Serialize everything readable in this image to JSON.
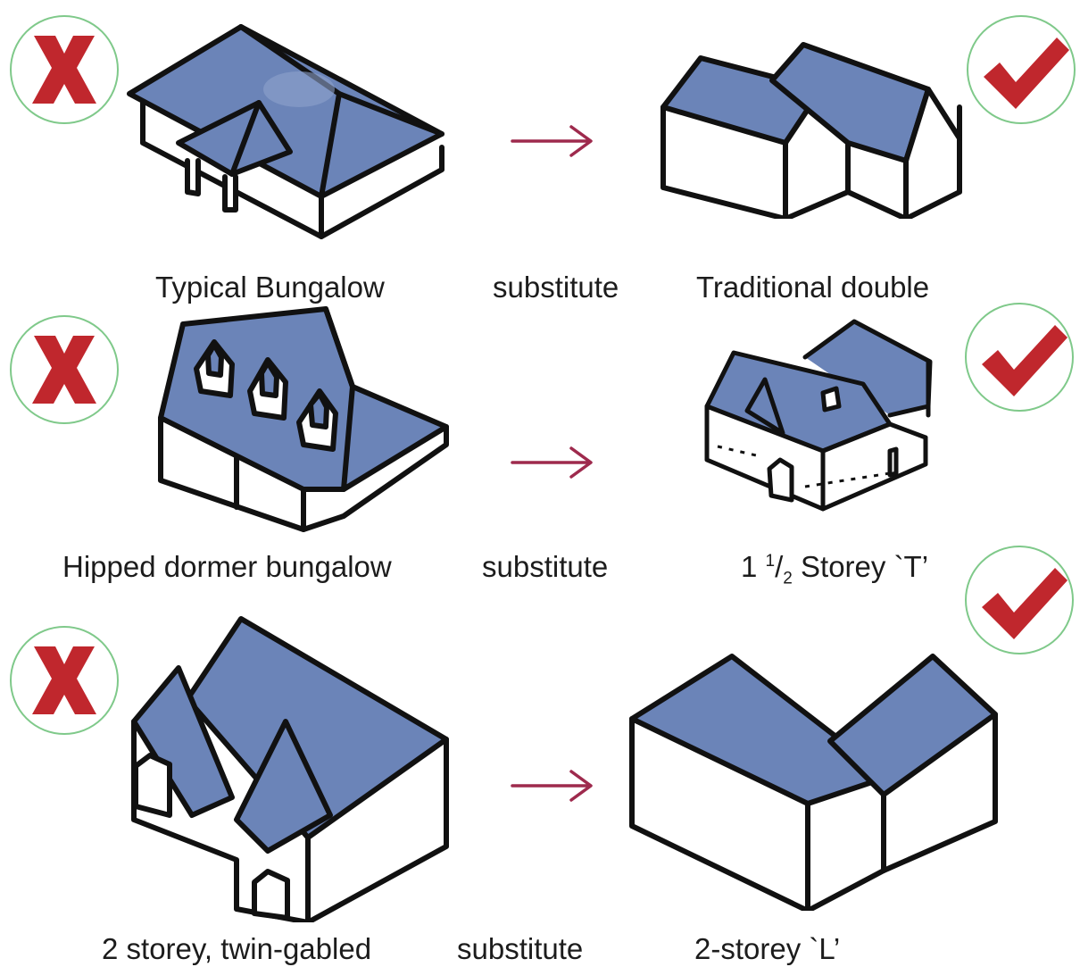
{
  "rows": [
    {
      "bad_label": "Typical Bungalow",
      "connector": "substitute",
      "good_label": "Traditional double"
    },
    {
      "bad_label": "Hipped dormer bungalow",
      "connector": "substitute",
      "good_label_whole": "1",
      "good_label_num": "1",
      "good_label_slash": "/",
      "good_label_den": "2",
      "good_label_rest": " Storey `T’"
    },
    {
      "bad_label": "2 storey, twin-gabled",
      "connector": "substitute",
      "good_label": "2-storey `L’"
    }
  ],
  "icons": {
    "reject": "cross-icon",
    "approve": "tick-icon",
    "substitute": "arrow-right-icon"
  },
  "colors": {
    "roof": "#6b84b8",
    "roof_shade": "#8da2cc",
    "wall": "#ffffff",
    "outline": "#111111",
    "mark": "#c0272d",
    "badge_ring": "#7fc98a",
    "arrow": "#9e2a4d"
  }
}
